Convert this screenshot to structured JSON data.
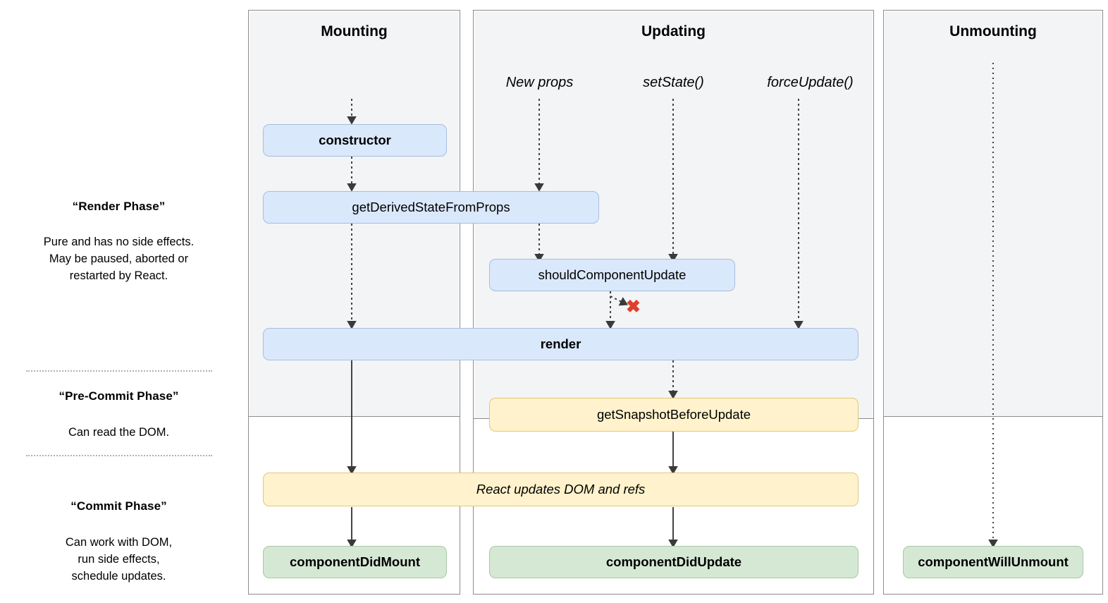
{
  "legend": {
    "phases": [
      {
        "title": "“Render Phase”",
        "body": "Pure and has no side effects.\nMay be paused, aborted or\nrestarted by React."
      },
      {
        "title": "“Pre-Commit Phase”",
        "body": "Can read the DOM."
      },
      {
        "title": "“Commit Phase”",
        "body": "Can work with DOM,\nrun side effects,\nschedule updates."
      }
    ]
  },
  "panels": {
    "mounting": {
      "title": "Mounting"
    },
    "updating": {
      "title": "Updating"
    },
    "unmounting": {
      "title": "Unmounting"
    }
  },
  "triggers": {
    "new_props": "New props",
    "set_state": "setState()",
    "force_update": "forceUpdate()"
  },
  "boxes": {
    "constructor": "constructor",
    "get_derived_state_from_props": "getDerivedStateFromProps",
    "should_component_update": "shouldComponentUpdate",
    "render": "render",
    "get_snapshot_before_update": "getSnapshotBeforeUpdate",
    "react_updates_dom_and_refs": "React updates DOM and refs",
    "component_did_mount": "componentDidMount",
    "component_did_update": "componentDidUpdate",
    "component_will_unmount": "componentWillUnmount"
  },
  "markers": {
    "skip_render_x": "✖"
  },
  "colors": {
    "render_phase_box": "#dae8fc",
    "commit_phase_box": "#fff2cc",
    "lifecycle_hook_box": "#d5e8d4",
    "panel_shade": "#f3f4f5",
    "panel_border": "#8c8c8c",
    "skip_marker": "#e0402b",
    "connector": "#3a3a3a"
  }
}
